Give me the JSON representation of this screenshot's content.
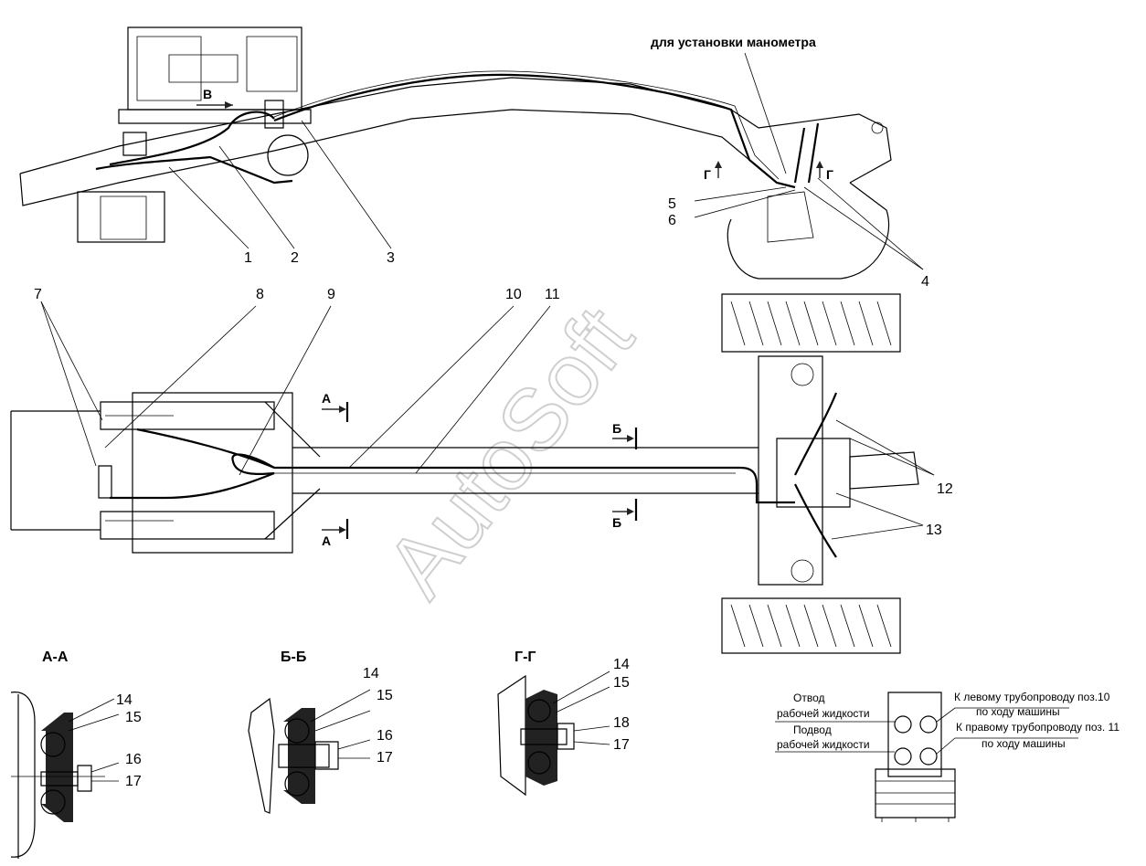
{
  "title_note": "для установки манометра",
  "watermark": "AutoSoft",
  "callouts": {
    "c1": "1",
    "c2": "2",
    "c3": "3",
    "c4": "4",
    "c5": "5",
    "c6": "6",
    "c7": "7",
    "c8": "8",
    "c9": "9",
    "c10": "10",
    "c11": "11",
    "c12": "12",
    "c13": "13"
  },
  "section_marks": {
    "a_top": "А",
    "a_bottom": "А",
    "b_top": "Б",
    "b_bottom": "Б",
    "g_left": "Г",
    "g_right": "Г",
    "v": "В"
  },
  "sections": {
    "aa": {
      "title": "А-А",
      "labels": [
        "14",
        "15",
        "16",
        "17"
      ]
    },
    "bb": {
      "title": "Б-Б",
      "labels": [
        "14",
        "15",
        "16",
        "17"
      ]
    },
    "gg": {
      "title": "Г-Г",
      "labels": [
        "14",
        "15",
        "18",
        "17"
      ]
    }
  },
  "valve_block": {
    "out_top": "Отвод",
    "out_bottom": "рабочей жидкости",
    "in_top": "Подвод",
    "in_bottom": "рабочей жидкости",
    "left_line1": "К левому трубопроводу поз.10",
    "left_line2": "по ходу машины",
    "right_line1": "К правому трубопроводу поз. 11",
    "right_line2": "по ходу машины"
  }
}
